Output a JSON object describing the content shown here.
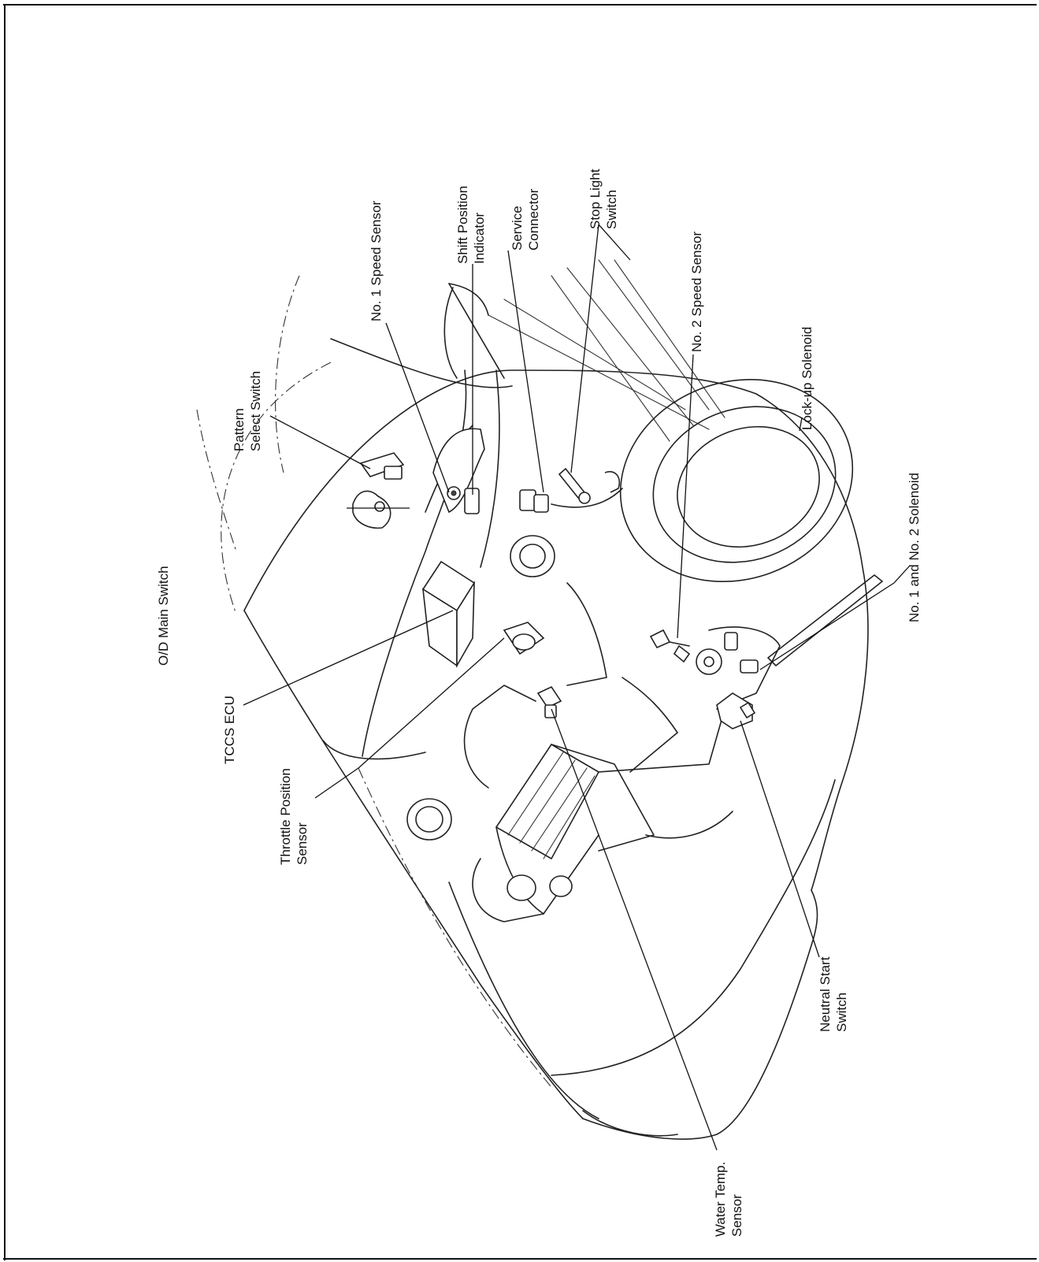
{
  "labels": {
    "od_main_switch": "O/D Main Switch",
    "pattern_select_1": "Pattern",
    "pattern_select_2": "Select Switch",
    "no1_speed_sensor": "No. 1 Speed Sensor",
    "shift_pos_1": "Shift Position",
    "shift_pos_2": "Indicator",
    "service_1": "Service",
    "service_2": "Connector",
    "stop_light_1": "Stop Light",
    "stop_light_2": "Switch",
    "no2_speed_sensor": "No. 2 Speed Sensor",
    "lockup_solenoid": "Lock-up Solenoid",
    "no1_no2_solenoid": "No. 1 and No. 2 Solenoid",
    "tccs_ecu": "TCCS ECU",
    "throttle_1": "Throttle Position",
    "throttle_2": "Sensor",
    "neutral_1": "Neutral Start",
    "neutral_2": "Switch",
    "water_1": "Water Temp.",
    "water_2": "Sensor"
  }
}
